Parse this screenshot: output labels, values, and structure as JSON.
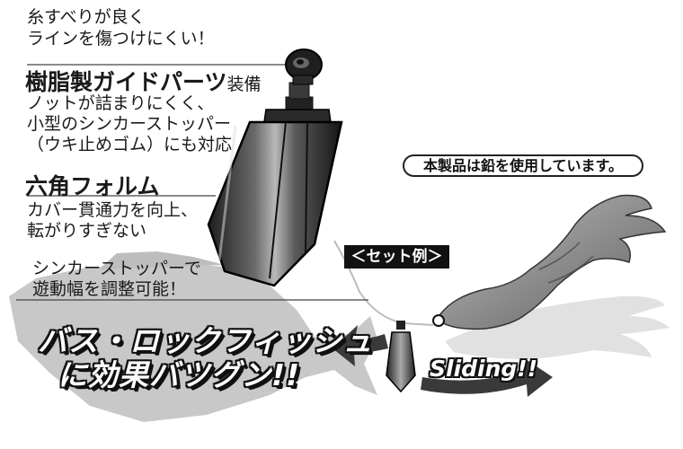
{
  "feature_1": {
    "line_1": "糸すべりが良く",
    "line_2": "ラインを傷つけにくい！",
    "heading": "樹脂製ガイドパーツ",
    "heading_suffix": "装備",
    "line_3": "ノットが詰まりにくく、",
    "line_4": "小型のシンカーストッパー",
    "line_5": "（ウキ止めゴム）にも対応"
  },
  "feature_2": {
    "heading": "六角フォルム",
    "line_1": "カバー貫通力を向上、",
    "line_2": "転がりすぎない"
  },
  "feature_3": {
    "line_1": "シンカーストッパーで",
    "line_2": "遊動幅を調整可能！"
  },
  "note": "本製品は鉛を使用しています。",
  "set_example_label": "＜セット例＞",
  "promo": {
    "line_1": "バス・ロックフィッシュ",
    "line_2": "に効果バツグン!!"
  },
  "sliding_label": "Sliding!!",
  "colors": {
    "text": "#1a1a1a",
    "bass_silhouette": "#c8c8c8",
    "sinker_dark": "#2a2a2a",
    "lure_gray": "#8a8a8a"
  },
  "icons": [
    "bass-silhouette",
    "sinker-weight",
    "soft-lure",
    "sliding-arrows"
  ]
}
